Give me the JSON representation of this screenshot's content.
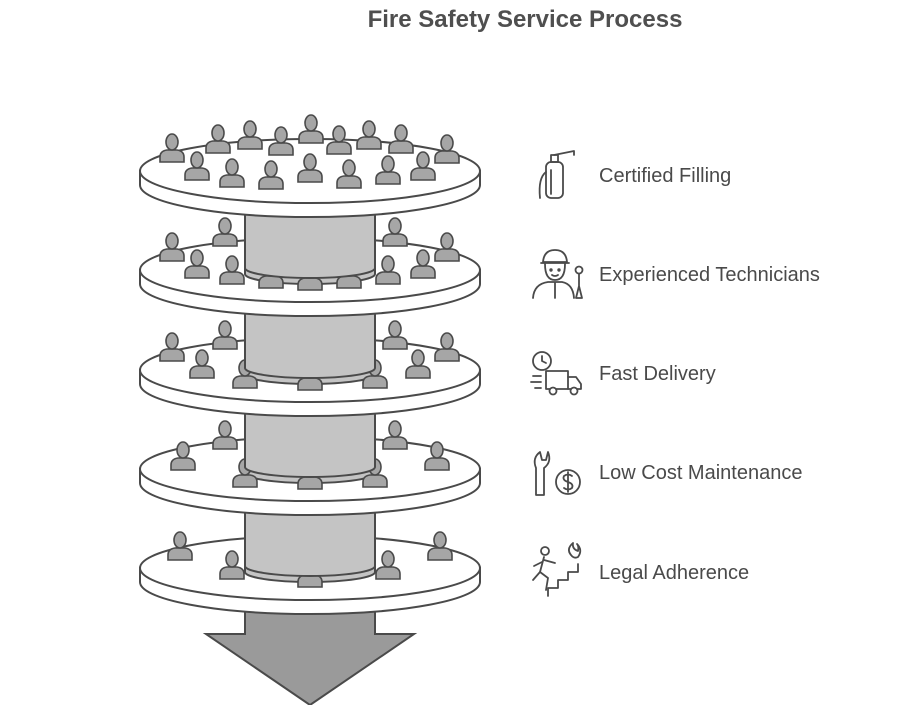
{
  "title": "Fire Safety Service Process",
  "steps": [
    {
      "label": "Certified Filling",
      "icon": "fire-extinguisher-icon"
    },
    {
      "label": "Experienced Technicians",
      "icon": "technician-icon"
    },
    {
      "label": "Fast Delivery",
      "icon": "delivery-truck-icon"
    },
    {
      "label": "Low Cost Maintenance",
      "icon": "wrench-dollar-icon"
    },
    {
      "label": "Legal Adherence",
      "icon": "emergency-exit-icon"
    }
  ],
  "colors": {
    "disk_fill": "#ffffff",
    "outline": "#4a4a4a",
    "person_fill": "#a6a6a6",
    "cylinder_fill": "#c4c4c4",
    "arrow_fill": "#9a9a9a"
  }
}
